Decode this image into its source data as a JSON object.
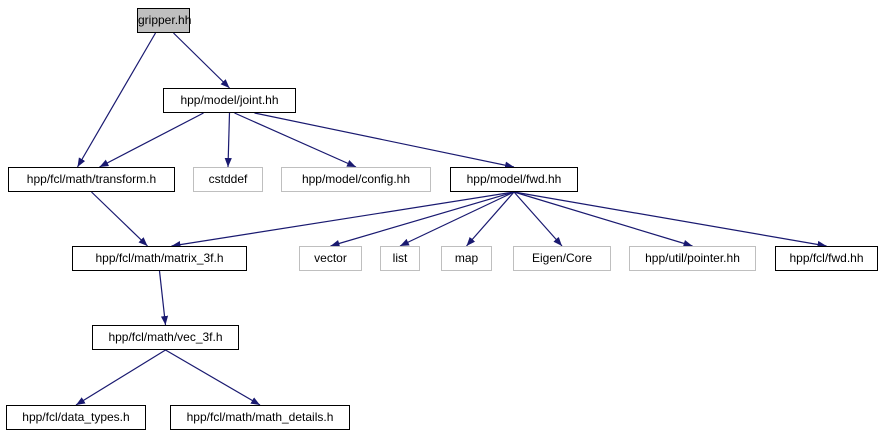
{
  "diagram": {
    "type": "include-dependency-graph",
    "colors": {
      "edge": "#191970",
      "documented_border": "#000000",
      "undocumented_border": "#bfbfbf",
      "current_fill": "#bfbfbf"
    },
    "nodes": [
      {
        "id": "gripper",
        "label": "gripper.hh",
        "kind": "current"
      },
      {
        "id": "joint",
        "label": "hpp/model/joint.hh",
        "kind": "documented"
      },
      {
        "id": "transform",
        "label": "hpp/fcl/math/transform.h",
        "kind": "documented"
      },
      {
        "id": "cstddef",
        "label": "cstddef",
        "kind": "undocumented"
      },
      {
        "id": "config",
        "label": "hpp/model/config.hh",
        "kind": "undocumented"
      },
      {
        "id": "fwd",
        "label": "hpp/model/fwd.hh",
        "kind": "documented"
      },
      {
        "id": "matrix",
        "label": "hpp/fcl/math/matrix_3f.h",
        "kind": "documented"
      },
      {
        "id": "vector",
        "label": "vector",
        "kind": "undocumented"
      },
      {
        "id": "list",
        "label": "list",
        "kind": "undocumented"
      },
      {
        "id": "map",
        "label": "map",
        "kind": "undocumented"
      },
      {
        "id": "eigen",
        "label": "Eigen/Core",
        "kind": "undocumented"
      },
      {
        "id": "pointer",
        "label": "hpp/util/pointer.hh",
        "kind": "undocumented"
      },
      {
        "id": "fclfwd",
        "label": "hpp/fcl/fwd.hh",
        "kind": "documented"
      },
      {
        "id": "vec3f",
        "label": "hpp/fcl/math/vec_3f.h",
        "kind": "documented"
      },
      {
        "id": "datatypes",
        "label": "hpp/fcl/data_types.h",
        "kind": "documented"
      },
      {
        "id": "mathdetails",
        "label": "hpp/fcl/math/math_details.h",
        "kind": "documented"
      }
    ],
    "edges": [
      [
        "gripper",
        "joint"
      ],
      [
        "gripper",
        "transform"
      ],
      [
        "joint",
        "transform"
      ],
      [
        "joint",
        "cstddef"
      ],
      [
        "joint",
        "config"
      ],
      [
        "joint",
        "fwd"
      ],
      [
        "transform",
        "matrix"
      ],
      [
        "fwd",
        "matrix"
      ],
      [
        "fwd",
        "vector"
      ],
      [
        "fwd",
        "list"
      ],
      [
        "fwd",
        "map"
      ],
      [
        "fwd",
        "eigen"
      ],
      [
        "fwd",
        "pointer"
      ],
      [
        "fwd",
        "fclfwd"
      ],
      [
        "matrix",
        "vec3f"
      ],
      [
        "vec3f",
        "datatypes"
      ],
      [
        "vec3f",
        "mathdetails"
      ]
    ]
  }
}
